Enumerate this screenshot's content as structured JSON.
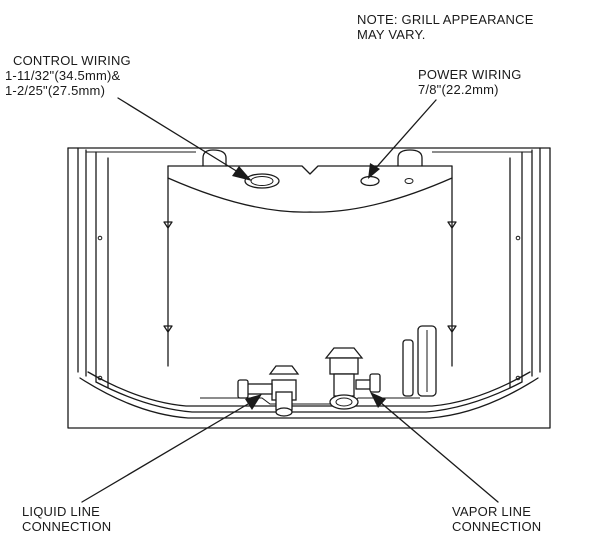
{
  "note": {
    "line1": "NOTE: GRILL APPEARANCE",
    "line2": "MAY VARY."
  },
  "control_wiring": {
    "line1": "CONTROL WIRING",
    "line2": "1-11/32\"(34.5mm)&",
    "line3": "1-2/25\"(27.5mm)"
  },
  "power_wiring": {
    "line1": "POWER WIRING",
    "line2": "7/8\"(22.2mm)"
  },
  "liquid_line": {
    "line1": "LIQUID LINE",
    "line2": "CONNECTION"
  },
  "vapor_line": {
    "line1": "VAPOR LINE",
    "line2": "CONNECTION"
  }
}
